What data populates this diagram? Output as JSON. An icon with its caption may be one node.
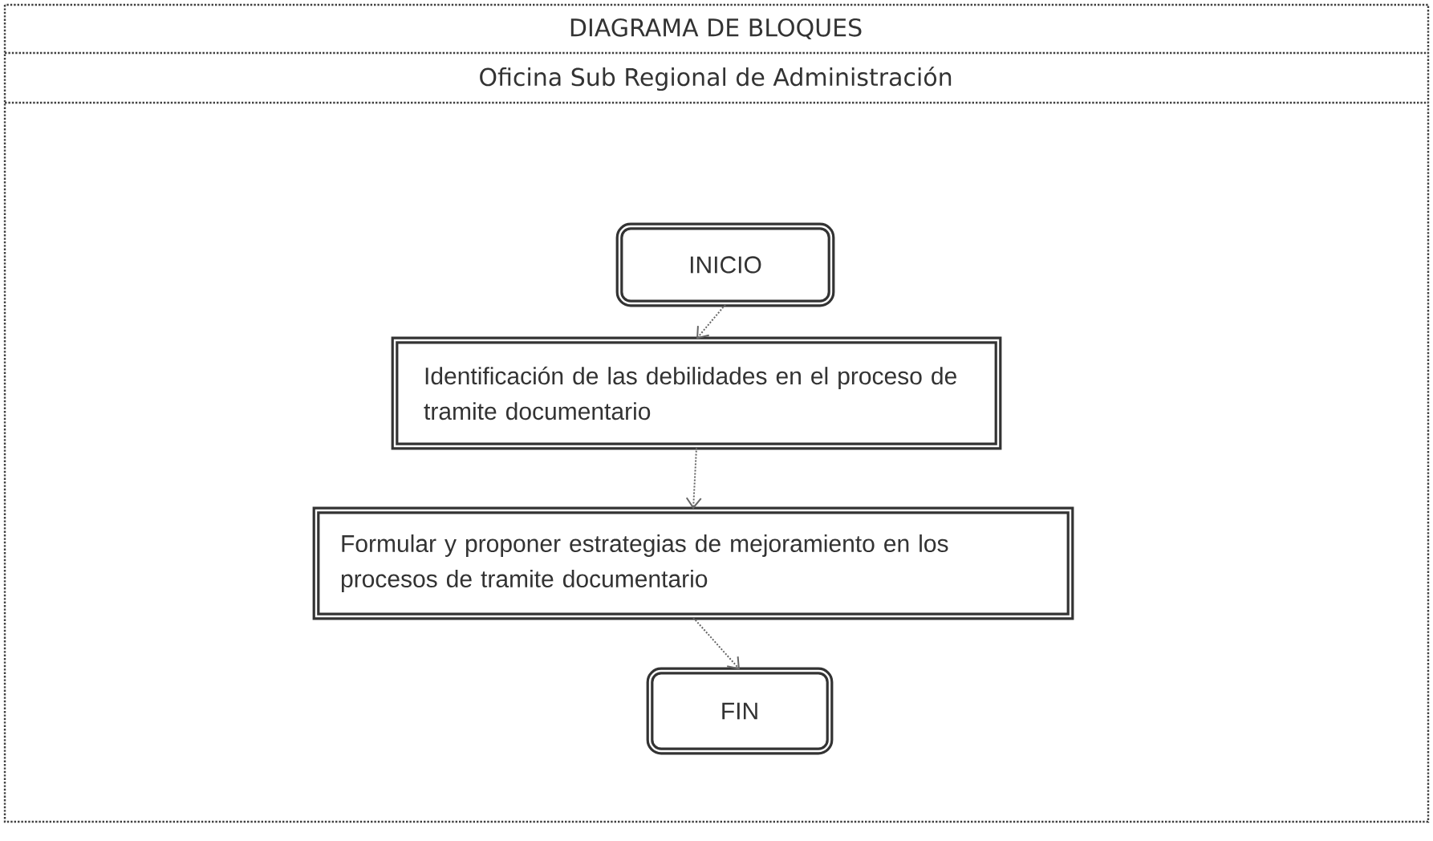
{
  "diagram": {
    "title": "DIAGRAMA DE BLOQUES",
    "nodes": [
      {
        "text": [
          "INICIO"
        ]
      },
      {
        "text": [
          "Identificación de las debilidades en el proceso de tramite documentario"
        ]
      },
      {
        "text": [
          "Formular y proponer estrategias de mejoramiento en los procesos de tramite documentario"
        ]
      },
      {
        "text": [
          "FIN"
        ]
      }
    ],
    "edges": [
      {
        "from": 0,
        "to": 1,
        "arrow": "to",
        "style": "dashed"
      },
      {
        "from": 1,
        "to": 2,
        "arrow": "to",
        "style": "dashed"
      },
      {
        "from": 2,
        "to": 3,
        "arrow": "to",
        "style": "dashed"
      }
    ],
    "labels": [
      "Oficina Sub Regional de Administración"
    ]
  }
}
